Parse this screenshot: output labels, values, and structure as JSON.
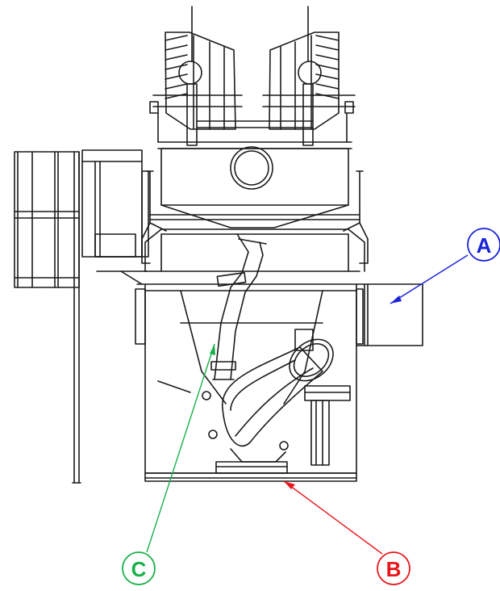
{
  "callouts": [
    {
      "id": "a",
      "letter": "A",
      "color": "#1a22d8"
    },
    {
      "id": "b",
      "letter": "B",
      "color": "#e8161c"
    },
    {
      "id": "c",
      "letter": "C",
      "color": "#18b04a"
    }
  ],
  "colors": {
    "line": "#1a1a1a",
    "background": "#ffffff"
  }
}
